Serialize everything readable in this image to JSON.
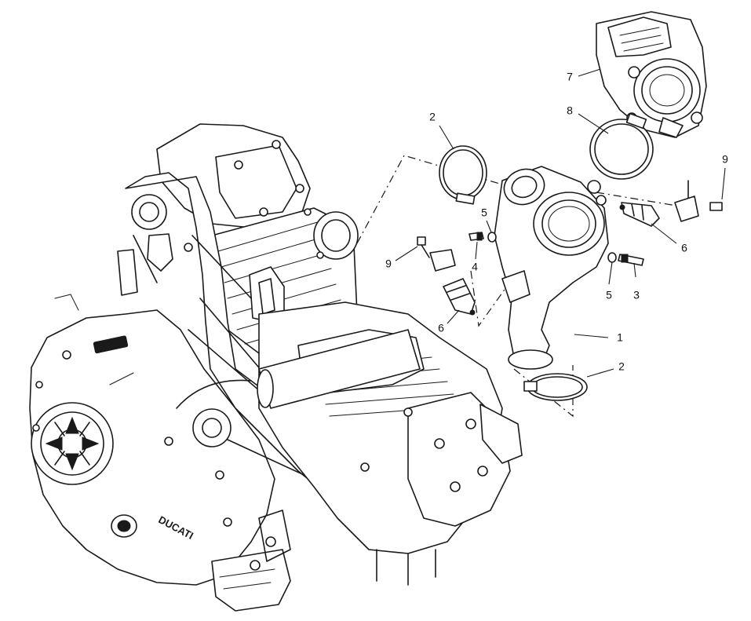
{
  "diagram": {
    "brand_marks": [
      "DUCATI"
    ],
    "callouts": [
      {
        "id": "c-1",
        "label": "1",
        "part": "intake-manifold"
      },
      {
        "id": "c-2a",
        "label": "2",
        "part": "hose-clamp-upper"
      },
      {
        "id": "c-2b",
        "label": "2",
        "part": "hose-clamp-lower"
      },
      {
        "id": "c-3",
        "label": "3",
        "part": "screw-right"
      },
      {
        "id": "c-4",
        "label": "4",
        "part": "screw-left"
      },
      {
        "id": "c-5a",
        "label": "5",
        "part": "washer-left"
      },
      {
        "id": "c-5b",
        "label": "5",
        "part": "washer-right"
      },
      {
        "id": "c-6a",
        "label": "6",
        "part": "injector-left"
      },
      {
        "id": "c-6b",
        "label": "6",
        "part": "injector-right"
      },
      {
        "id": "c-7",
        "label": "7",
        "part": "throttle-body"
      },
      {
        "id": "c-8",
        "label": "8",
        "part": "hose-clamp-throttle"
      },
      {
        "id": "c-9a",
        "label": "9",
        "part": "bolt-left"
      },
      {
        "id": "c-9b",
        "label": "9",
        "part": "bolt-right"
      }
    ]
  }
}
